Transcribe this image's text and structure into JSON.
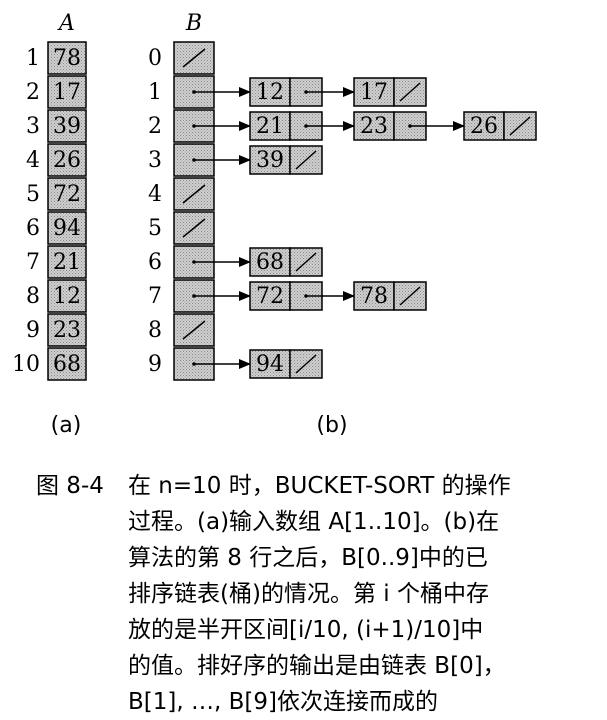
{
  "array_a": {
    "header": "A",
    "indices": [
      "1",
      "2",
      "3",
      "4",
      "5",
      "6",
      "7",
      "8",
      "9",
      "10"
    ],
    "values": [
      "78",
      "17",
      "39",
      "26",
      "72",
      "94",
      "21",
      "12",
      "23",
      "68"
    ]
  },
  "array_b": {
    "header": "B",
    "indices": [
      "0",
      "1",
      "2",
      "3",
      "4",
      "5",
      "6",
      "7",
      "8",
      "9"
    ],
    "buckets": [
      [],
      [
        "12",
        "17"
      ],
      [
        "21",
        "23",
        "26"
      ],
      [
        "39"
      ],
      [],
      [],
      [
        "68"
      ],
      [
        "72",
        "78"
      ],
      [],
      [
        "94"
      ]
    ]
  },
  "sublabels": {
    "a": "(a)",
    "b": "(b)"
  },
  "caption": {
    "label": "图 8-4",
    "lines": [
      "在 n=10 时，BUCKET-SORT 的操作",
      "过程。(a)输入数组 A[1..10]。(b)在",
      "算法的第 8 行之后，B[0..9]中的已",
      "排序链表(桶)的情况。第 i 个桶中存",
      "放的是半开区间[i/10, (i+1)/10]中",
      "的值。排好序的输出是由链表 B[0]，",
      "B[1], …, B[9]依次连接而成的"
    ]
  },
  "colors": {
    "cell_fill": "#c9c9c9",
    "stroke": "#000000"
  }
}
